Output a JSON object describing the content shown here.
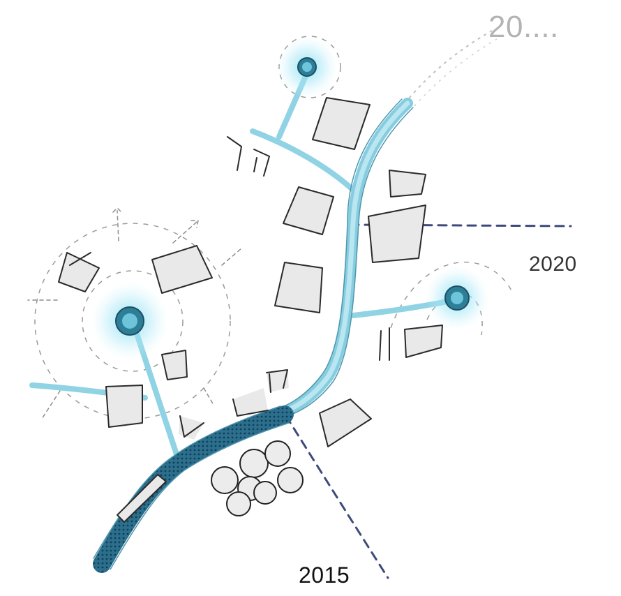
{
  "labels": {
    "future": "20....",
    "phase_2020": "2020",
    "phase_2015": "2015"
  },
  "colors": {
    "street_light": "#8fd3e4",
    "street_dark": "#1f5f7c",
    "phase_line": "#3d4a7a",
    "building_fill": "#e9e9e9"
  }
}
